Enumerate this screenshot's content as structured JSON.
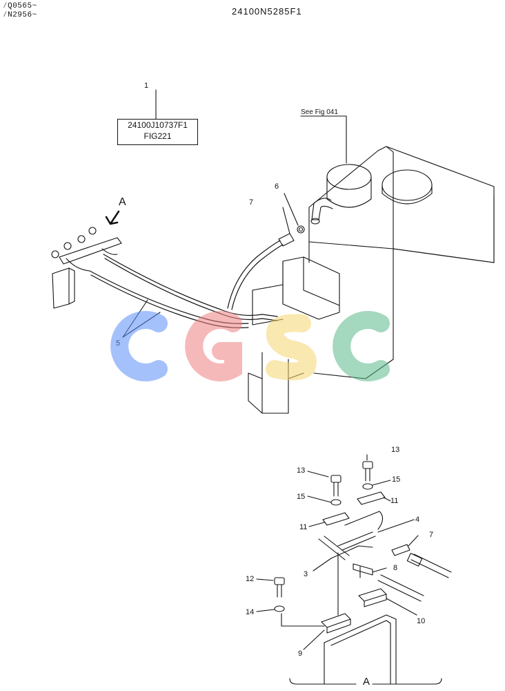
{
  "header": {
    "serial_line_1": "⁄Q0565~",
    "serial_line_2": "⁄N2956~",
    "page_code": "24100N5285F1"
  },
  "reference_box": {
    "line_1": "24100J10737F1",
    "line_2": "FIG221"
  },
  "see_fig": "See Fig 041",
  "view_label": "A",
  "callouts": {
    "c1": "1",
    "c3": "3",
    "c4": "4",
    "c5": "5",
    "c6": "6",
    "c7a": "7",
    "c7b": "7",
    "c8": "8",
    "c9": "9",
    "c10": "10",
    "c11a": "11",
    "c11b": "11",
    "c12": "12",
    "c13a": "13",
    "c13b": "13",
    "c14": "14",
    "c15a": "15",
    "c15b": "15"
  },
  "watermark": {
    "letters": [
      "C",
      "G",
      "S",
      "C"
    ],
    "colors": [
      "#5b8ff9",
      "#f08080",
      "#f5d76e",
      "#5bb98b"
    ]
  }
}
